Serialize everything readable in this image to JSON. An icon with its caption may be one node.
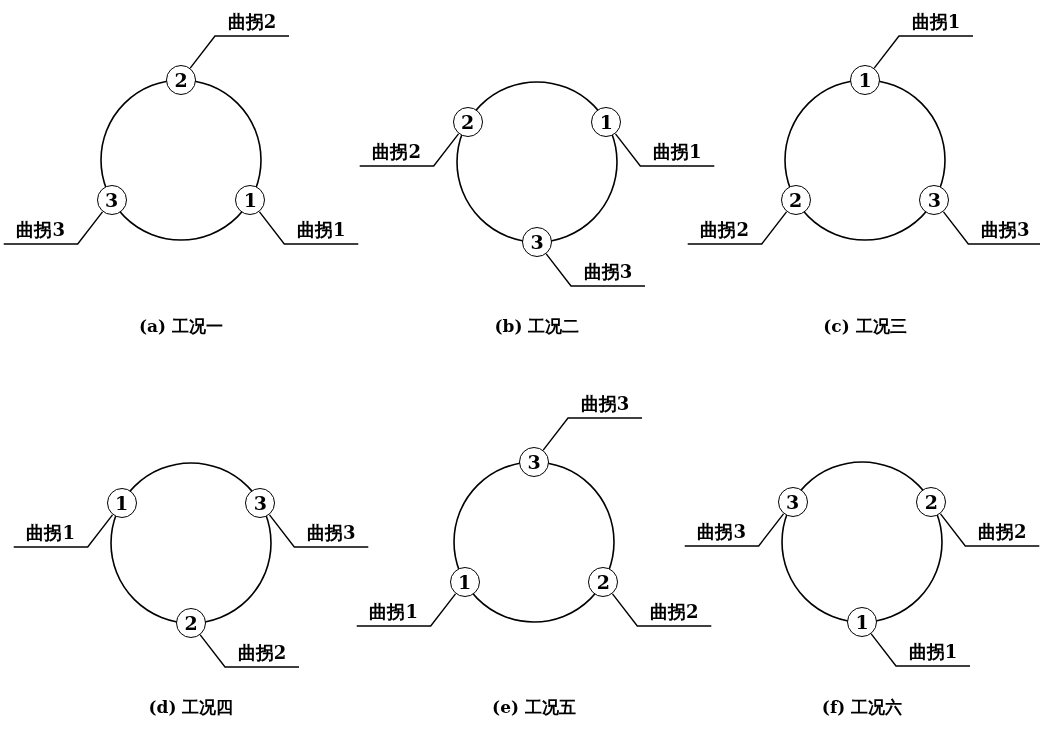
{
  "diagram": {
    "nodes": [
      {
        "text": [],
        "shape": "circle"
      },
      {
        "text": [
          "2"
        ]
      },
      {
        "text": [
          "曲拐2"
        ]
      },
      {
        "text": [
          "3"
        ]
      },
      {
        "text": [
          "曲拐3"
        ]
      },
      {
        "text": [
          "1"
        ]
      },
      {
        "text": [
          "曲拐1"
        ]
      },
      {
        "text": [],
        "shape": "circle"
      },
      {
        "text": [
          "2"
        ]
      },
      {
        "text": [
          "曲拐2"
        ]
      },
      {
        "text": [
          "1"
        ]
      },
      {
        "text": [
          "曲拐1"
        ]
      },
      {
        "text": [
          "3"
        ]
      },
      {
        "text": [
          "曲拐3"
        ]
      },
      {
        "text": [],
        "shape": "circle"
      },
      {
        "text": [
          "1"
        ]
      },
      {
        "text": [
          "曲拐1"
        ]
      },
      {
        "text": [
          "2"
        ]
      },
      {
        "text": [
          "曲拐2"
        ]
      },
      {
        "text": [
          "3"
        ]
      },
      {
        "text": [
          "曲拐3"
        ]
      },
      {
        "text": [],
        "shape": "circle"
      },
      {
        "text": [
          "1"
        ]
      },
      {
        "text": [
          "曲拐1"
        ]
      },
      {
        "text": [
          "3"
        ]
      },
      {
        "text": [
          "曲拐3"
        ]
      },
      {
        "text": [
          "2"
        ]
      },
      {
        "text": [
          "曲拐2"
        ]
      },
      {
        "text": [],
        "shape": "circle"
      },
      {
        "text": [
          "3"
        ]
      },
      {
        "text": [
          "曲拐3"
        ]
      },
      {
        "text": [
          "1"
        ]
      },
      {
        "text": [
          "曲拐1"
        ]
      },
      {
        "text": [
          "2"
        ]
      },
      {
        "text": [
          "曲拐2"
        ]
      },
      {
        "text": [],
        "shape": "circle"
      },
      {
        "text": [
          "3"
        ]
      },
      {
        "text": [
          "曲拐3"
        ]
      },
      {
        "text": [
          "2"
        ]
      },
      {
        "text": [
          "曲拐2"
        ]
      },
      {
        "text": [
          "1"
        ]
      },
      {
        "text": [
          "曲拐1"
        ]
      }
    ],
    "edges": [
      {
        "from": 2,
        "to": 1,
        "arrow": "none"
      },
      {
        "from": 4,
        "to": 3,
        "arrow": "none"
      },
      {
        "from": 6,
        "to": 5,
        "arrow": "none"
      },
      {
        "from": 9,
        "to": 8,
        "arrow": "none"
      },
      {
        "from": 11,
        "to": 10,
        "arrow": "none"
      },
      {
        "from": 13,
        "to": 12,
        "arrow": "none"
      },
      {
        "from": 16,
        "to": 15,
        "arrow": "none"
      },
      {
        "from": 18,
        "to": 17,
        "arrow": "none"
      },
      {
        "from": 20,
        "to": 19,
        "arrow": "none"
      },
      {
        "from": 23,
        "to": 22,
        "arrow": "none"
      },
      {
        "from": 25,
        "to": 24,
        "arrow": "none"
      },
      {
        "from": 27,
        "to": 26,
        "arrow": "none"
      },
      {
        "from": 30,
        "to": 29,
        "arrow": "none"
      },
      {
        "from": 32,
        "to": 31,
        "arrow": "none"
      },
      {
        "from": 34,
        "to": 33,
        "arrow": "none"
      },
      {
        "from": 37,
        "to": 36,
        "arrow": "none"
      },
      {
        "from": 39,
        "to": 38,
        "arrow": "none"
      },
      {
        "from": 41,
        "to": 40,
        "arrow": "none"
      }
    ],
    "labels": [
      "(a) 工况一",
      "(b) 工况二",
      "(c) 工况三",
      "(d) 工况四",
      "(e) 工况五",
      "(f) 工况六"
    ]
  }
}
